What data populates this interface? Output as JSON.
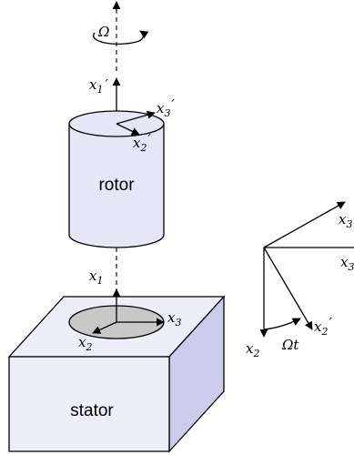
{
  "rotor": {
    "label": "rotor"
  },
  "stator": {
    "label": "stator"
  },
  "spin": {
    "symbol": "Ω"
  },
  "rotor_axes": {
    "x1p": {
      "base": "x",
      "index": "1",
      "prime": "′"
    },
    "x2p": {
      "base": "x",
      "index": "2",
      "prime": "′"
    },
    "x3p": {
      "base": "x",
      "index": "3",
      "prime": "′"
    }
  },
  "stator_axes": {
    "x1": {
      "base": "x",
      "index": "1"
    },
    "x2": {
      "base": "x",
      "index": "2"
    },
    "x3": {
      "base": "x",
      "index": "3"
    }
  },
  "rotation_inset": {
    "angle": "Ωt",
    "x2p": {
      "base": "x",
      "index": "2",
      "prime": "′"
    },
    "x2": {
      "base": "x",
      "index": "2"
    },
    "x3": {
      "base": "x",
      "index": "3"
    },
    "x3p": {
      "base": "x",
      "index": "3"
    }
  },
  "colors": {
    "rotor_fill": "#e6e6f7",
    "stator_top": "#eeeef8",
    "stator_front": "#eeeef8",
    "stator_side": "#cbcbea",
    "disk_fill": "#c8c8c8",
    "stroke": "#000000"
  }
}
